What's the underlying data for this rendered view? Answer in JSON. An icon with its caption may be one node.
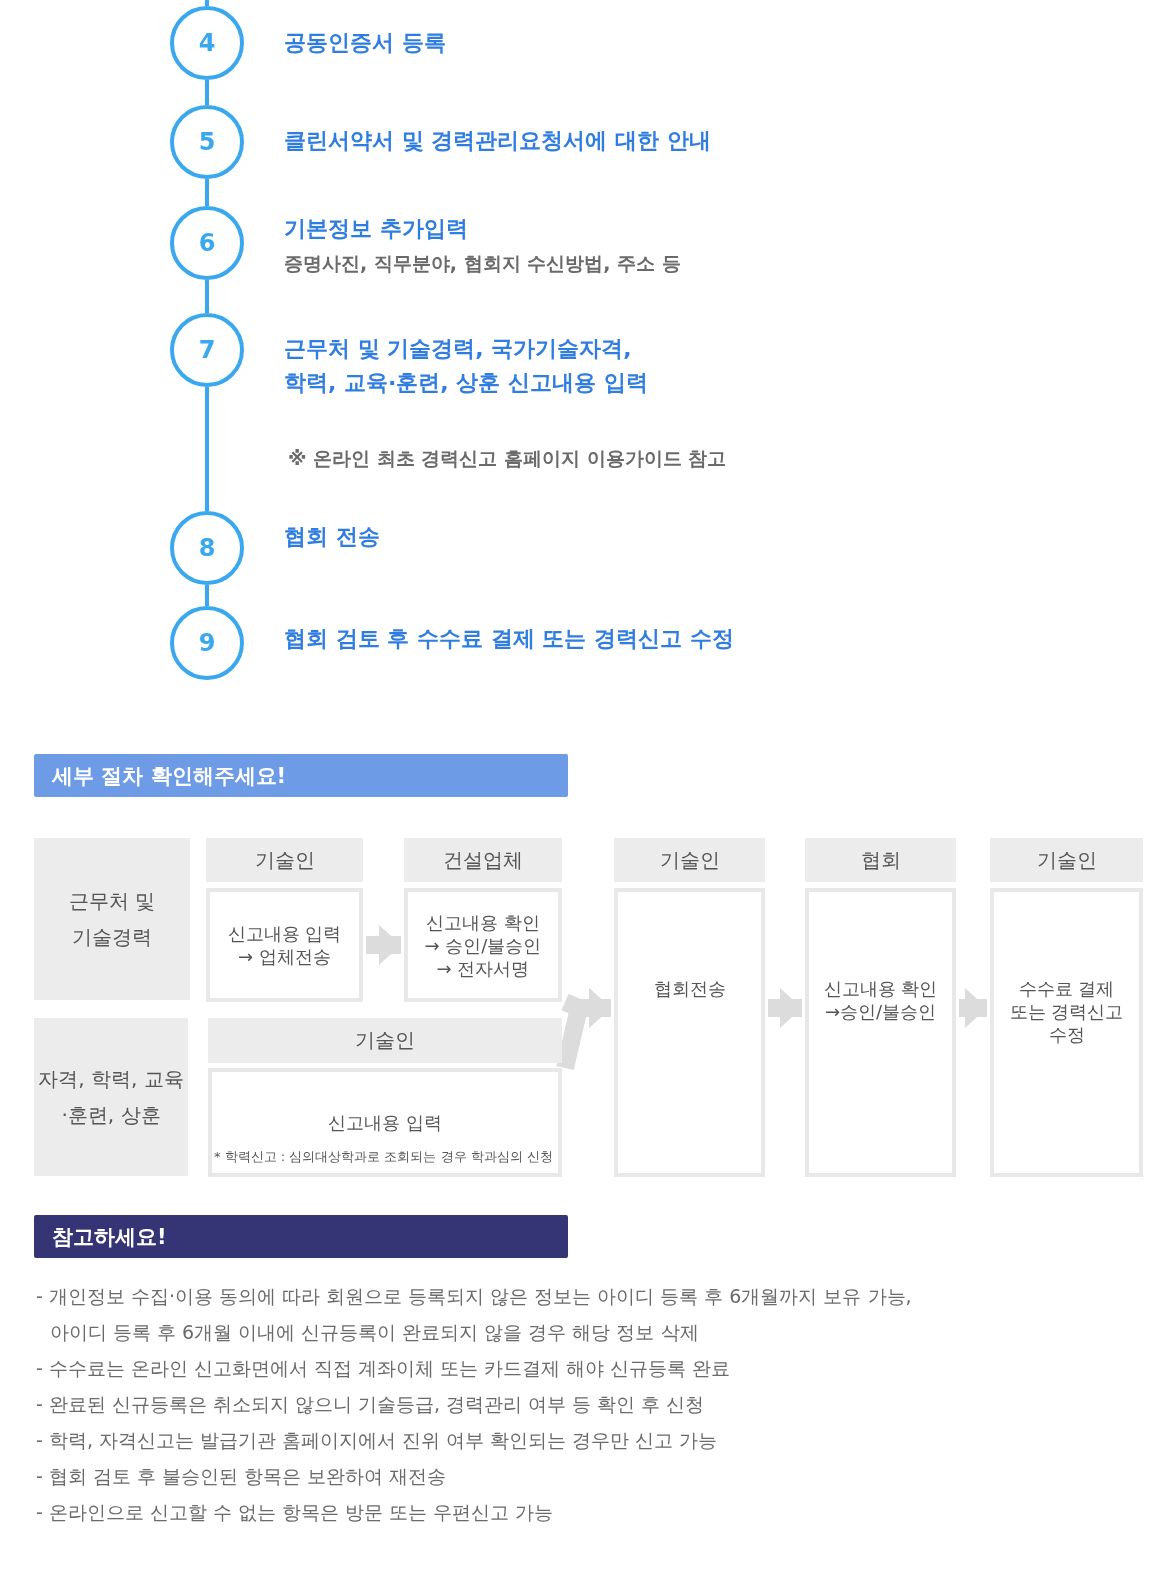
{
  "diagram": {
    "nodes": [
      {
        "text": [
          "4"
        ],
        "beside": [
          "공동인증서 등록"
        ]
      },
      {
        "text": [
          "5"
        ],
        "beside": [
          "클린서약서 및 경력관리요청서에 대한 안내"
        ]
      },
      {
        "text": [
          "6"
        ],
        "beside": [
          "기본정보 추가입력",
          "증명사진, 직무분야, 협회지 수신방법, 주소 등"
        ]
      },
      {
        "text": [
          "7"
        ],
        "beside": [
          "근무처 및 기술경력, 국가기술자격, 학력, 교육·훈련, 상훈 신고내용 입력"
        ]
      },
      {
        "text": [
          "8"
        ],
        "beside": [
          "협회 전송"
        ]
      },
      {
        "text": [
          "9"
        ],
        "beside": [
          "협회 검토 후 수수료 결제 또는 경력신고 수정"
        ]
      },
      {
        "text": [
          "세부 절차 확인해주세요!"
        ]
      },
      {
        "text": [
          "근무처 및 기술경력"
        ]
      },
      {
        "text": [
          "기술인"
        ]
      },
      {
        "text": [
          "신고내용 입력 → 업체전송"
        ]
      },
      {
        "text": [
          "건설업체"
        ]
      },
      {
        "text": [
          "신고내용 확인 → 승인/불승인 → 전자서명"
        ]
      },
      {
        "text": [
          "자격, 학력, 교육·훈련, 상훈"
        ]
      },
      {
        "text": [
          "기술인"
        ]
      },
      {
        "text": [
          "신고내용 입력",
          "* 학력신고 : 심의대상학과로 조회되는 경우 학과심의 신청"
        ]
      },
      {
        "text": [
          "기술인"
        ]
      },
      {
        "text": [
          "협회전송"
        ]
      },
      {
        "text": [
          "협회"
        ]
      },
      {
        "text": [
          "신고내용 확인 →승인/불승인"
        ]
      },
      {
        "text": [
          "기술인"
        ]
      },
      {
        "text": [
          "수수료 결제 또는 경력신고 수정"
        ]
      },
      {
        "text": [
          "참고하세요!"
        ]
      }
    ],
    "edges": [
      {
        "from": null,
        "to": 0,
        "arrow": "none"
      },
      {
        "from": 0,
        "to": 1,
        "arrow": "none"
      },
      {
        "from": 1,
        "to": 2,
        "arrow": "none"
      },
      {
        "from": 2,
        "to": 3,
        "arrow": "none"
      },
      {
        "from": 3,
        "to": 4,
        "arrow": "none"
      },
      {
        "from": 4,
        "to": 5,
        "arrow": "none"
      },
      {
        "from": 9,
        "to": 11,
        "arrow": "to",
        "style": "thick",
        "color": "#dcdcdc"
      },
      {
        "from": 11,
        "to": 16,
        "arrow": "to",
        "style": "thick",
        "color": "#dcdcdc"
      },
      {
        "from": 14,
        "to": 16,
        "arrow": "to",
        "style": "thick",
        "color": "#dcdcdc"
      },
      {
        "from": 16,
        "to": 18,
        "arrow": "to",
        "style": "thick",
        "color": "#dcdcdc"
      },
      {
        "from": 18,
        "to": 20,
        "arrow": "to",
        "style": "thick",
        "color": "#dcdcdc"
      }
    ],
    "labels": [
      "※ 온라인 최초 경력신고 홈페이지 이용가이드 참고",
      "- 개인정보 수집·이용 동의에 따라 회원으로 등록되지 않은 정보는 아이디 등록 후 6개월까지 보유 가능, 아이디 등록 후 6개월 이내에 신규등록이 완료되지 않을 경우 해당 정보 삭제",
      "- 수수료는 온라인 신고화면에서 직접 계좌이체 또는 카드결제 해야 신규등록 완료",
      "- 완료된 신규등록은 취소되지 않으니 기술등급, 경력관리 여부 등 확인 후 신청",
      "- 학력, 자격신고는 발급기관 홈페이지에서 진위 여부 확인되는 경우만 신고 가능",
      "- 협회 검토 후 불승인된 항목은 보완하여 재전송",
      "- 온라인으로 신고할 수 없는 항목은 방문 또는 우편신고 가능"
    ]
  }
}
